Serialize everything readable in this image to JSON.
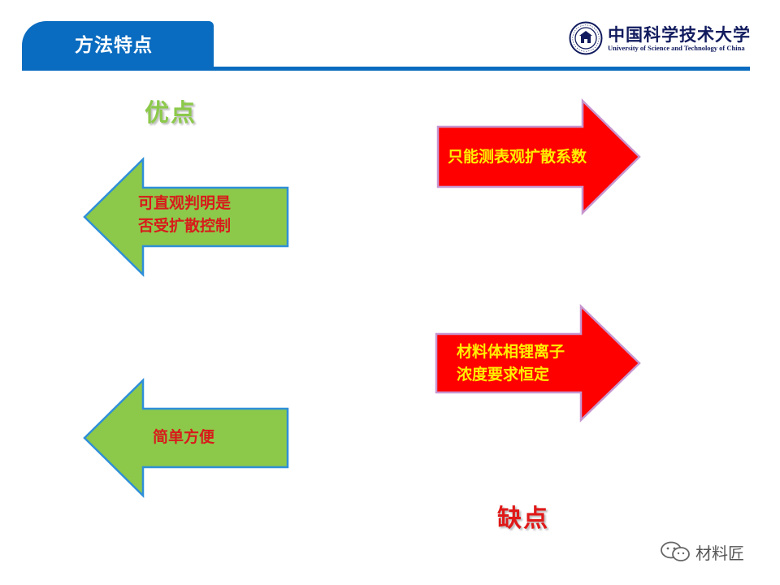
{
  "header": {
    "title": "方法特点",
    "logo": {
      "name_cn": "中国科学技术大学",
      "name_en": "University of Science and Technology of China",
      "emblem_icon": "university-seal-icon"
    },
    "accent_color": "#0a6cc0"
  },
  "advantages": {
    "heading": "优点",
    "color": "#8cc94a",
    "items": [
      {
        "line1": "可直观判明是",
        "line2": "否受扩散控制"
      },
      {
        "line1": "简单方便"
      }
    ]
  },
  "disadvantages": {
    "heading": "缺点",
    "color": "#e01818",
    "items": [
      {
        "line1": "只能测表观扩散系数"
      },
      {
        "line1": "材料体相锂离子",
        "line2": "浓度要求恒定"
      }
    ]
  },
  "watermark": {
    "text": "材料匠",
    "icon": "wechat-icon"
  }
}
